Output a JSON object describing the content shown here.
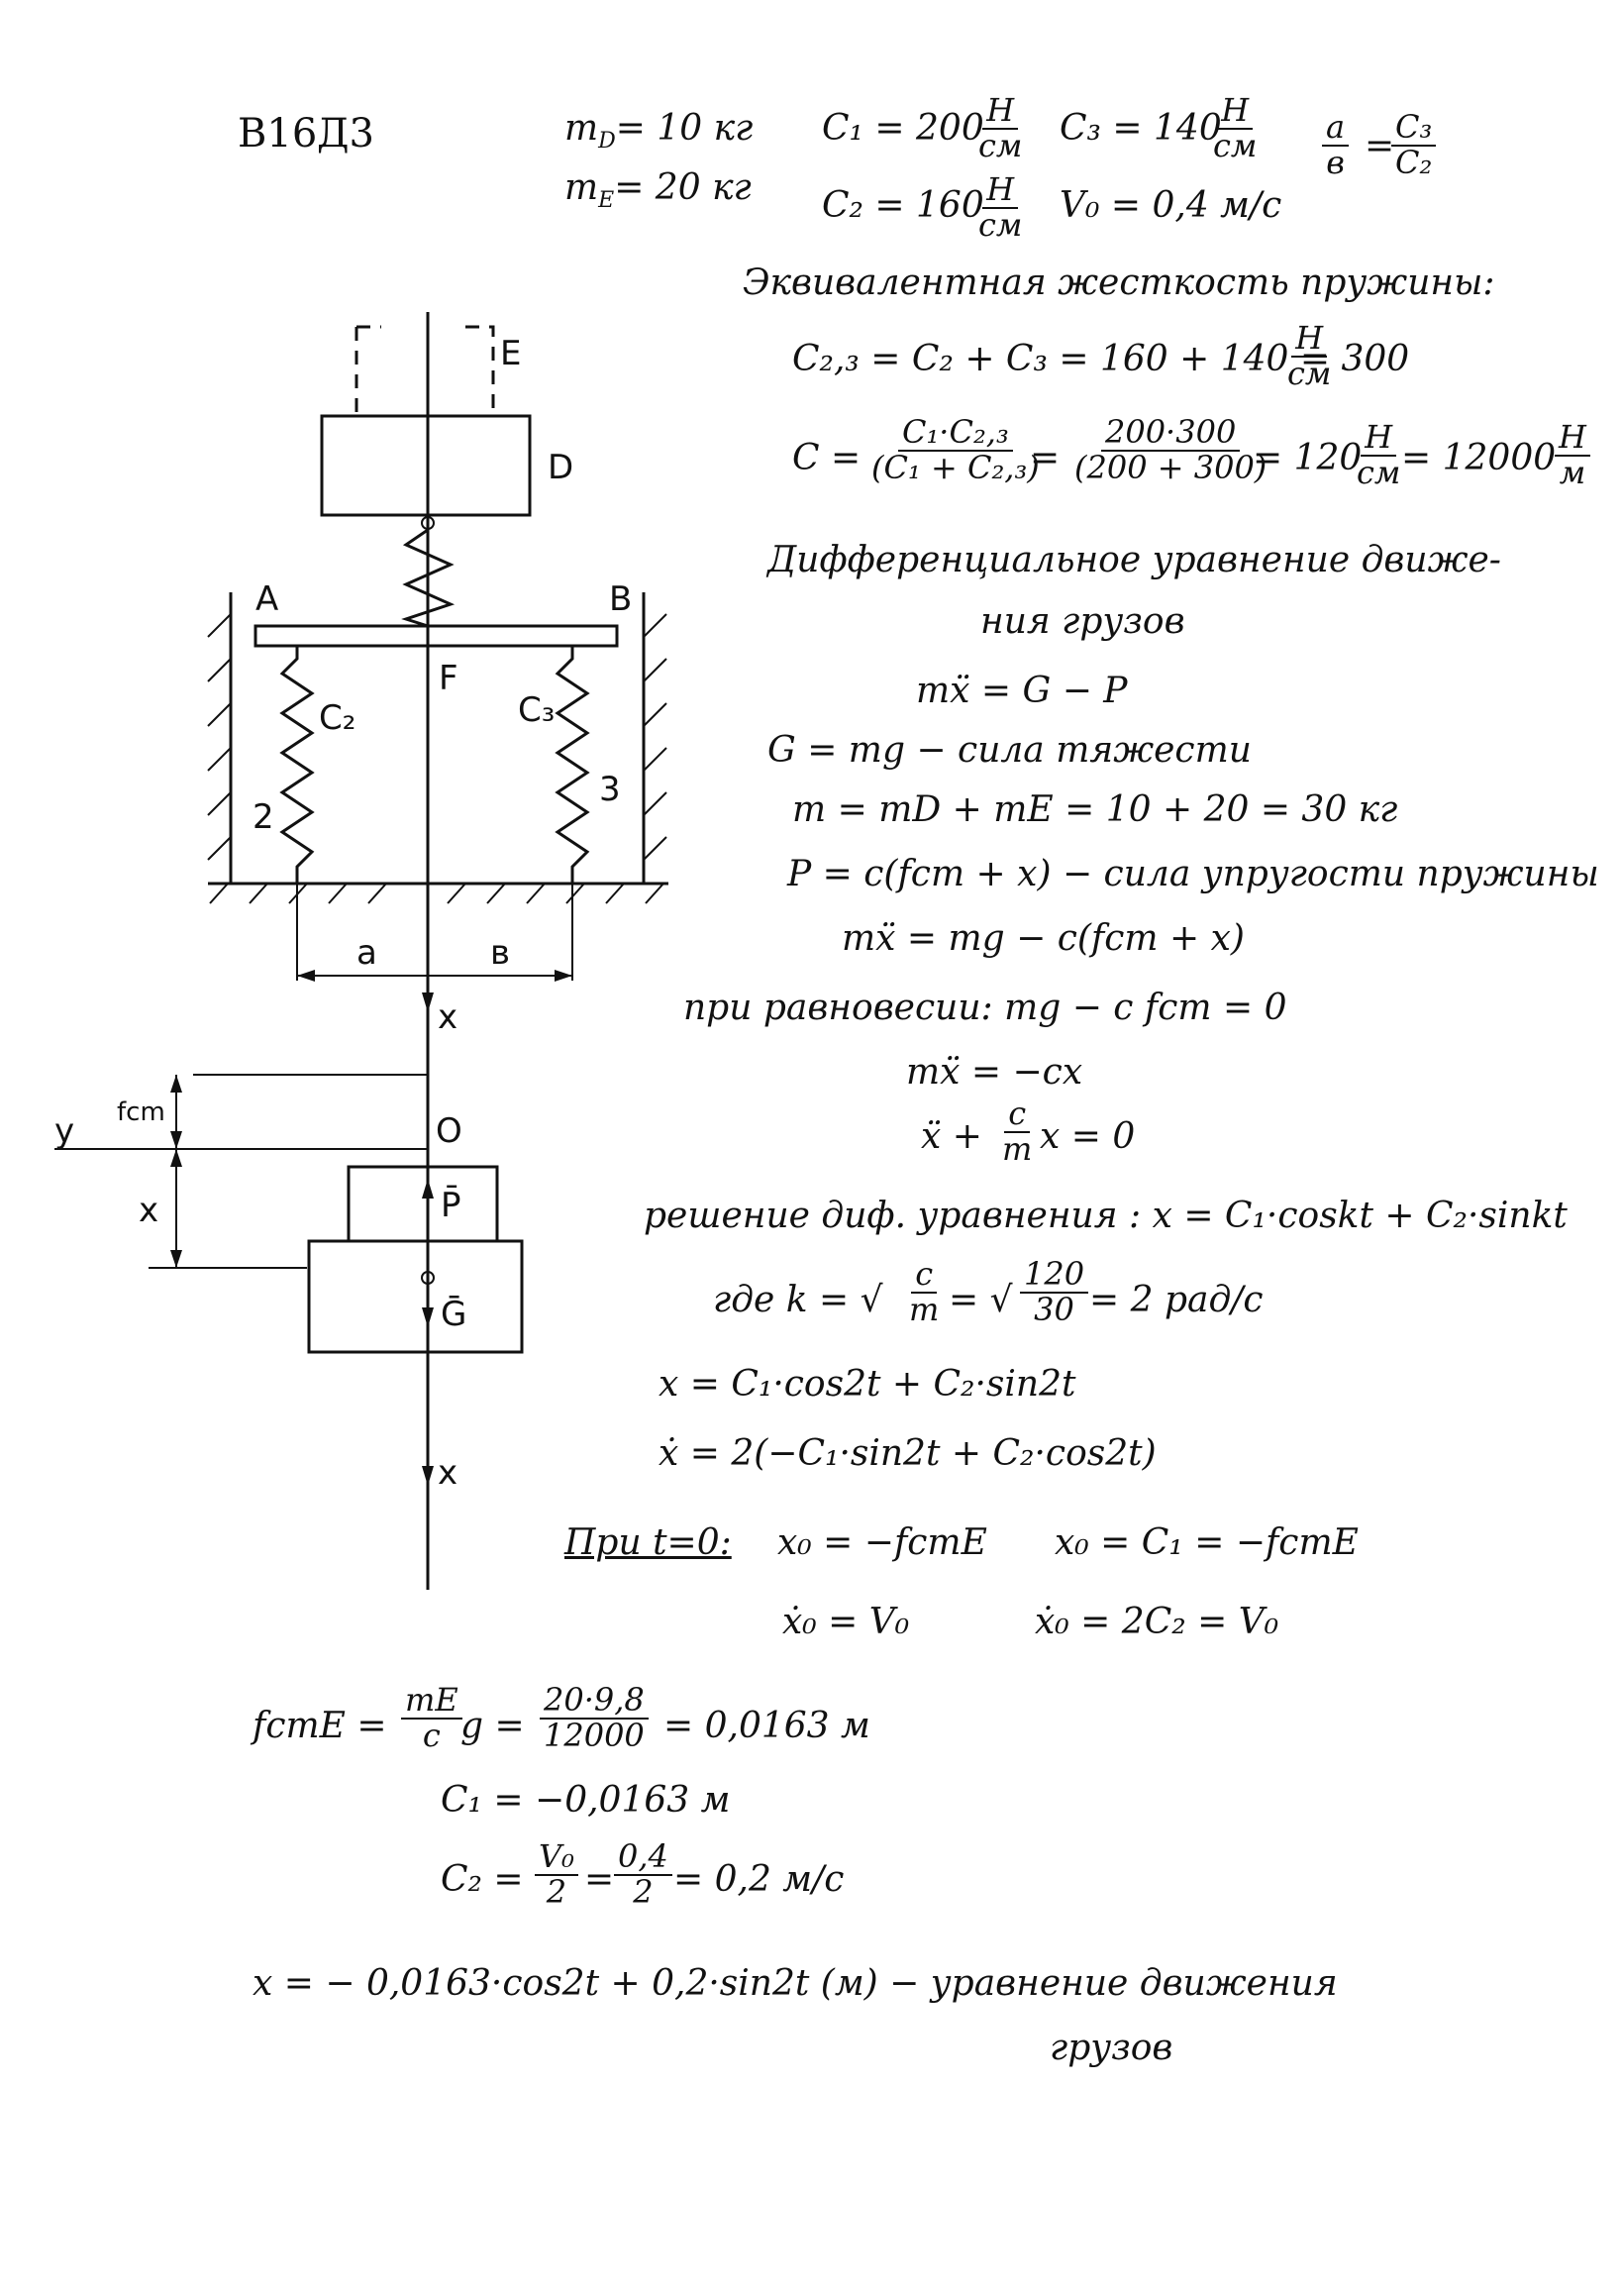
{
  "header": {
    "variant": "В16",
    "task": "Д3",
    "m_d": "m",
    "m_d_sub": "D",
    "m_d_val": "= 10 кг",
    "m_e": "m",
    "m_e_sub": "E",
    "m_e_val": "= 20 кг",
    "c1_lhs": "C₁ = 200",
    "c2_lhs": "C₂ = 160",
    "c3_lhs": "C₃ = 140",
    "unit_num": "Н",
    "unit_den": "см",
    "v0_lhs": "V₀ = 0,4 м/с",
    "ratio_a": "a",
    "ratio_b": "в",
    "ratio_c3": "C₃",
    "ratio_c2": "C₂"
  },
  "diagram": {
    "label_E": "E",
    "label_D": "D",
    "label_A": "A",
    "label_B": "B",
    "label_F": "F",
    "label_C2": "C₂",
    "label_C3": "C₃",
    "label_2": "2",
    "label_3": "3",
    "label_a": "a",
    "label_b": "в",
    "label_x_top": "x",
    "label_x_bottom": "x",
    "label_O": "O",
    "label_y": "y",
    "label_fcm": "fcm",
    "label_x_side": "x",
    "label_P": "P̄",
    "label_G": "Ḡ"
  },
  "solution": {
    "line1": "Эквивалентная жесткость пружины:",
    "line2_lhs": "C₂,₃ = C₂ + C₃ = 160 + 140 = 300",
    "line3_lhs": "C =",
    "line3_f1_num": "C₁·C₂,₃",
    "line3_f1_den": "(C₁ + C₂,₃)",
    "line3_eq": "=",
    "line3_f2_num": "200·300",
    "line3_f2_den": "(200 + 300)",
    "line3_res": "= 120",
    "line3_res2": "= 12000",
    "unit_m": "м",
    "line4": "Дифференциальное уравнение движе-",
    "line5": "ния грузов",
    "line6": "mẍ = G − P",
    "line7": "G = mg − сила тяжести",
    "line8": "m = mD + mE = 10 + 20 = 30 кг",
    "line9": "P = c(fcm + x) − сила упругости пружины",
    "line10": "mẍ = mg − c(fcm + x)",
    "line11": "при равновесии:  mg − c fcm = 0",
    "line12": "mẍ = −cx",
    "line13_a": "ẍ +",
    "line13_num": "c",
    "line13_den": "m",
    "line13_b": "x = 0",
    "line14": "решение диф. уравнения :  x = C₁·coskt + C₂·sinkt",
    "line15_a": "где  k = √",
    "line15_num1": "c",
    "line15_den1": "m",
    "line15_b": "= √",
    "line15_num2": "120",
    "line15_den2": "30",
    "line15_c": "= 2 рад/с",
    "line16": "x = C₁·cos2t + C₂·sin2t",
    "line17": "ẋ = 2(−C₁·sin2t + C₂·cos2t)",
    "line18_a": "При t=0:",
    "line18_b": "x₀ = −fcmE",
    "line18_c": "x₀ = C₁ = −fcmE",
    "line19_b": "ẋ₀ = V₀",
    "line19_c": "ẋ₀ = 2C₂ = V₀",
    "line20_a": "fcmE =",
    "line20_num1": "mE",
    "line20_den1": "c",
    "line20_b": "g =",
    "line20_num2": "20·9,8",
    "line20_den2": "12000",
    "line20_c": "= 0,0163 м",
    "line21": "C₁ = −0,0163 м",
    "line22_a": "C₂ =",
    "line22_num1": "V₀",
    "line22_den1": "2",
    "line22_b": "=",
    "line22_num2": "0,4",
    "line22_den2": "2",
    "line22_c": "= 0,2 м/с",
    "line23": "x = − 0,0163·cos2t + 0,2·sin2t  (м)  −  уравнение движения",
    "line24": "грузов"
  }
}
